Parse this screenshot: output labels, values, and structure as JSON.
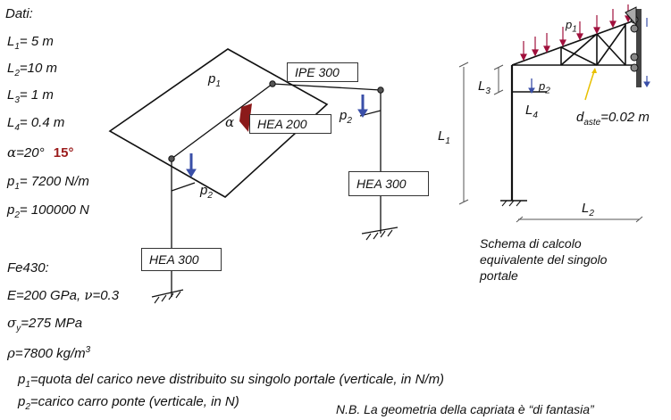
{
  "data_header": "Dati:",
  "dims": [
    {
      "sym": "L",
      "sub": "1",
      "val": "=  5 m"
    },
    {
      "sym": "L",
      "sub": "2",
      "val": "=10 m"
    },
    {
      "sym": "L",
      "sub": "3",
      "val": "=  1 m"
    },
    {
      "sym": "L",
      "sub": "4",
      "val": "=  0.4 m"
    }
  ],
  "alpha": {
    "sym": "α",
    "val": "=20°",
    "alt": "15°"
  },
  "loads": [
    {
      "sym": "p",
      "sub": "1",
      "val": "= 7200 N/m"
    },
    {
      "sym": "p",
      "sub": "2",
      "val": "= 100000 N"
    }
  ],
  "material": {
    "name": "Fe430:",
    "E": "E=200 GPa, ",
    "nu_sym": "ν",
    "nu_val": "=0.3",
    "sigma_sym": "σ",
    "sigma_sub": "y",
    "sigma_val": "=275 MPa",
    "rho_sym": "ρ",
    "rho_val": "=7800 kg/m",
    "rho_sup": "3"
  },
  "notes": {
    "p1_sym": "p",
    "p1_sub": "1",
    "p1_text": "=quota del carico neve distribuito su singolo portale (verticale, in N/m)",
    "p2_sym": "p",
    "p2_sub": "2",
    "p2_text": "=carico carro ponte (verticale, in N)",
    "nb": "N.B. La geometria della capriata è “di fantasia”"
  },
  "labels": {
    "ipe": "IPE 300",
    "hea200": "HEA 200",
    "hea300_right": "HEA 300",
    "hea300_left": "HEA 300",
    "p1": "p",
    "p1_sub": "1",
    "p2_a": "p",
    "p2_a_sub": "2",
    "p2_b": "p",
    "p2_b_sub": "2",
    "alpha": "α"
  },
  "scheme": {
    "p1": "p",
    "p1_sub": "1",
    "p2": "p",
    "p2_sub": "2",
    "L1": "L",
    "L1_sub": "1",
    "L2": "L",
    "L2_sub": "2",
    "L3": "L",
    "L3_sub": "3",
    "L4": "L",
    "L4_sub": "4",
    "daste": "d",
    "daste_sub": "aste",
    "daste_val": "=0.02 m",
    "caption": [
      "Schema di calcolo",
      "equivalente del singolo",
      "portale"
    ]
  },
  "colors": {
    "load_arrow": "#3a4fa8",
    "alpha_hatch": "#8b1a1a",
    "red_text": "#9b1c1c",
    "truss_load": "#a0103c",
    "dim_pointer": "#e8c000"
  }
}
